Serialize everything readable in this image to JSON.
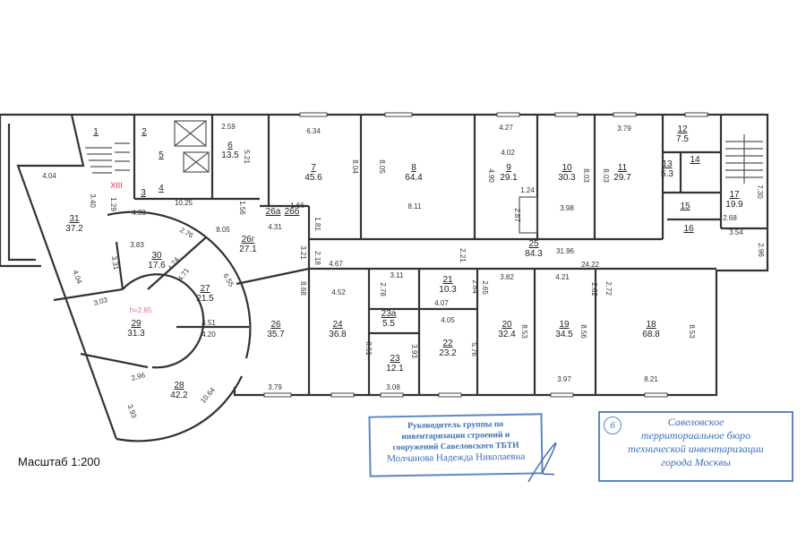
{
  "plan": {
    "scale_label": "Масштаб 1:200",
    "stair_label": "XIII",
    "height_note": "h=2.85",
    "rooms": [
      {
        "number": "1",
        "area": ""
      },
      {
        "number": "2",
        "area": ""
      },
      {
        "number": "3",
        "area": ""
      },
      {
        "number": "4",
        "area": ""
      },
      {
        "number": "5",
        "area": ""
      },
      {
        "number": "6",
        "area": "13.5"
      },
      {
        "number": "7",
        "area": "45.6"
      },
      {
        "number": "8",
        "area": "64.4"
      },
      {
        "number": "9",
        "area": "29.1"
      },
      {
        "number": "10",
        "area": "30.3"
      },
      {
        "number": "11",
        "area": "29.7"
      },
      {
        "number": "12",
        "area": "7.5"
      },
      {
        "number": "13",
        "area": "5.3"
      },
      {
        "number": "14",
        "area": ""
      },
      {
        "number": "15",
        "area": ""
      },
      {
        "number": "16",
        "area": ""
      },
      {
        "number": "17",
        "area": "19.9"
      },
      {
        "number": "18",
        "area": "68.8"
      },
      {
        "number": "19",
        "area": "34.5"
      },
      {
        "number": "20",
        "area": "32.4"
      },
      {
        "number": "21",
        "area": "10.3"
      },
      {
        "number": "22",
        "area": "23.2"
      },
      {
        "number": "23",
        "area": "12.1"
      },
      {
        "number": "23а",
        "area": "5.5"
      },
      {
        "number": "24",
        "area": "36.8"
      },
      {
        "number": "25",
        "area": "84.3"
      },
      {
        "number": "26",
        "area": "35.7"
      },
      {
        "number": "26г",
        "area": "27.1"
      },
      {
        "number": "26а",
        "area": ""
      },
      {
        "number": "26б",
        "area": ""
      },
      {
        "number": "27",
        "area": "21.5"
      },
      {
        "number": "28",
        "area": "42.2"
      },
      {
        "number": "29",
        "area": "31.3"
      },
      {
        "number": "30",
        "area": "17.6"
      },
      {
        "number": "31",
        "area": "37.2"
      }
    ],
    "dimensions": [
      "4.04",
      "3.40",
      "1.29",
      "2.59",
      "5.21",
      "10.25",
      "1.56",
      "4.33",
      "3.83",
      "2.76",
      "8.05",
      "6.34",
      "8.04",
      "8.05",
      "8.11",
      "4.27",
      "4.02",
      "4.90",
      "1.24",
      "2.87",
      "3.98",
      "8.03",
      "8.03",
      "3.79",
      "7.30",
      "2.68",
      "3.54",
      "2.96",
      "31.96",
      "24.22",
      "2.21",
      "1.66",
      "4.31",
      "1.81",
      "3.21",
      "2.18",
      "4.67",
      "3.11",
      "4.52",
      "2.78",
      "4.07",
      "2.64",
      "2.65",
      "3.82",
      "4.21",
      "2.62",
      "2.72",
      "4.05",
      "5.76",
      "3.93",
      "8.51",
      "8.68",
      "3.79",
      "3.08",
      "8.53",
      "8.56",
      "8.53",
      "3.97",
      "8.21",
      "3.31",
      "4.74",
      "4.71",
      "6.55",
      "3.03",
      "4.51",
      "4.20",
      "2.96",
      "3.93",
      "10.64",
      "4.04"
    ]
  },
  "stamps": {
    "approval": [
      "Руководитель группы по",
      "инвентаризации строений и",
      "сооружений Савеловского ТБТИ",
      "Молчанова Надежда Николаевна"
    ],
    "bureau_number": "6",
    "bureau": [
      "Савеловское",
      "территориальное бюро",
      "технической инвентаризации",
      "города Москвы"
    ]
  },
  "colors": {
    "stamp": "#3d6fb8",
    "stair_label": "#e23b4a",
    "height_note": "#e0709a"
  }
}
